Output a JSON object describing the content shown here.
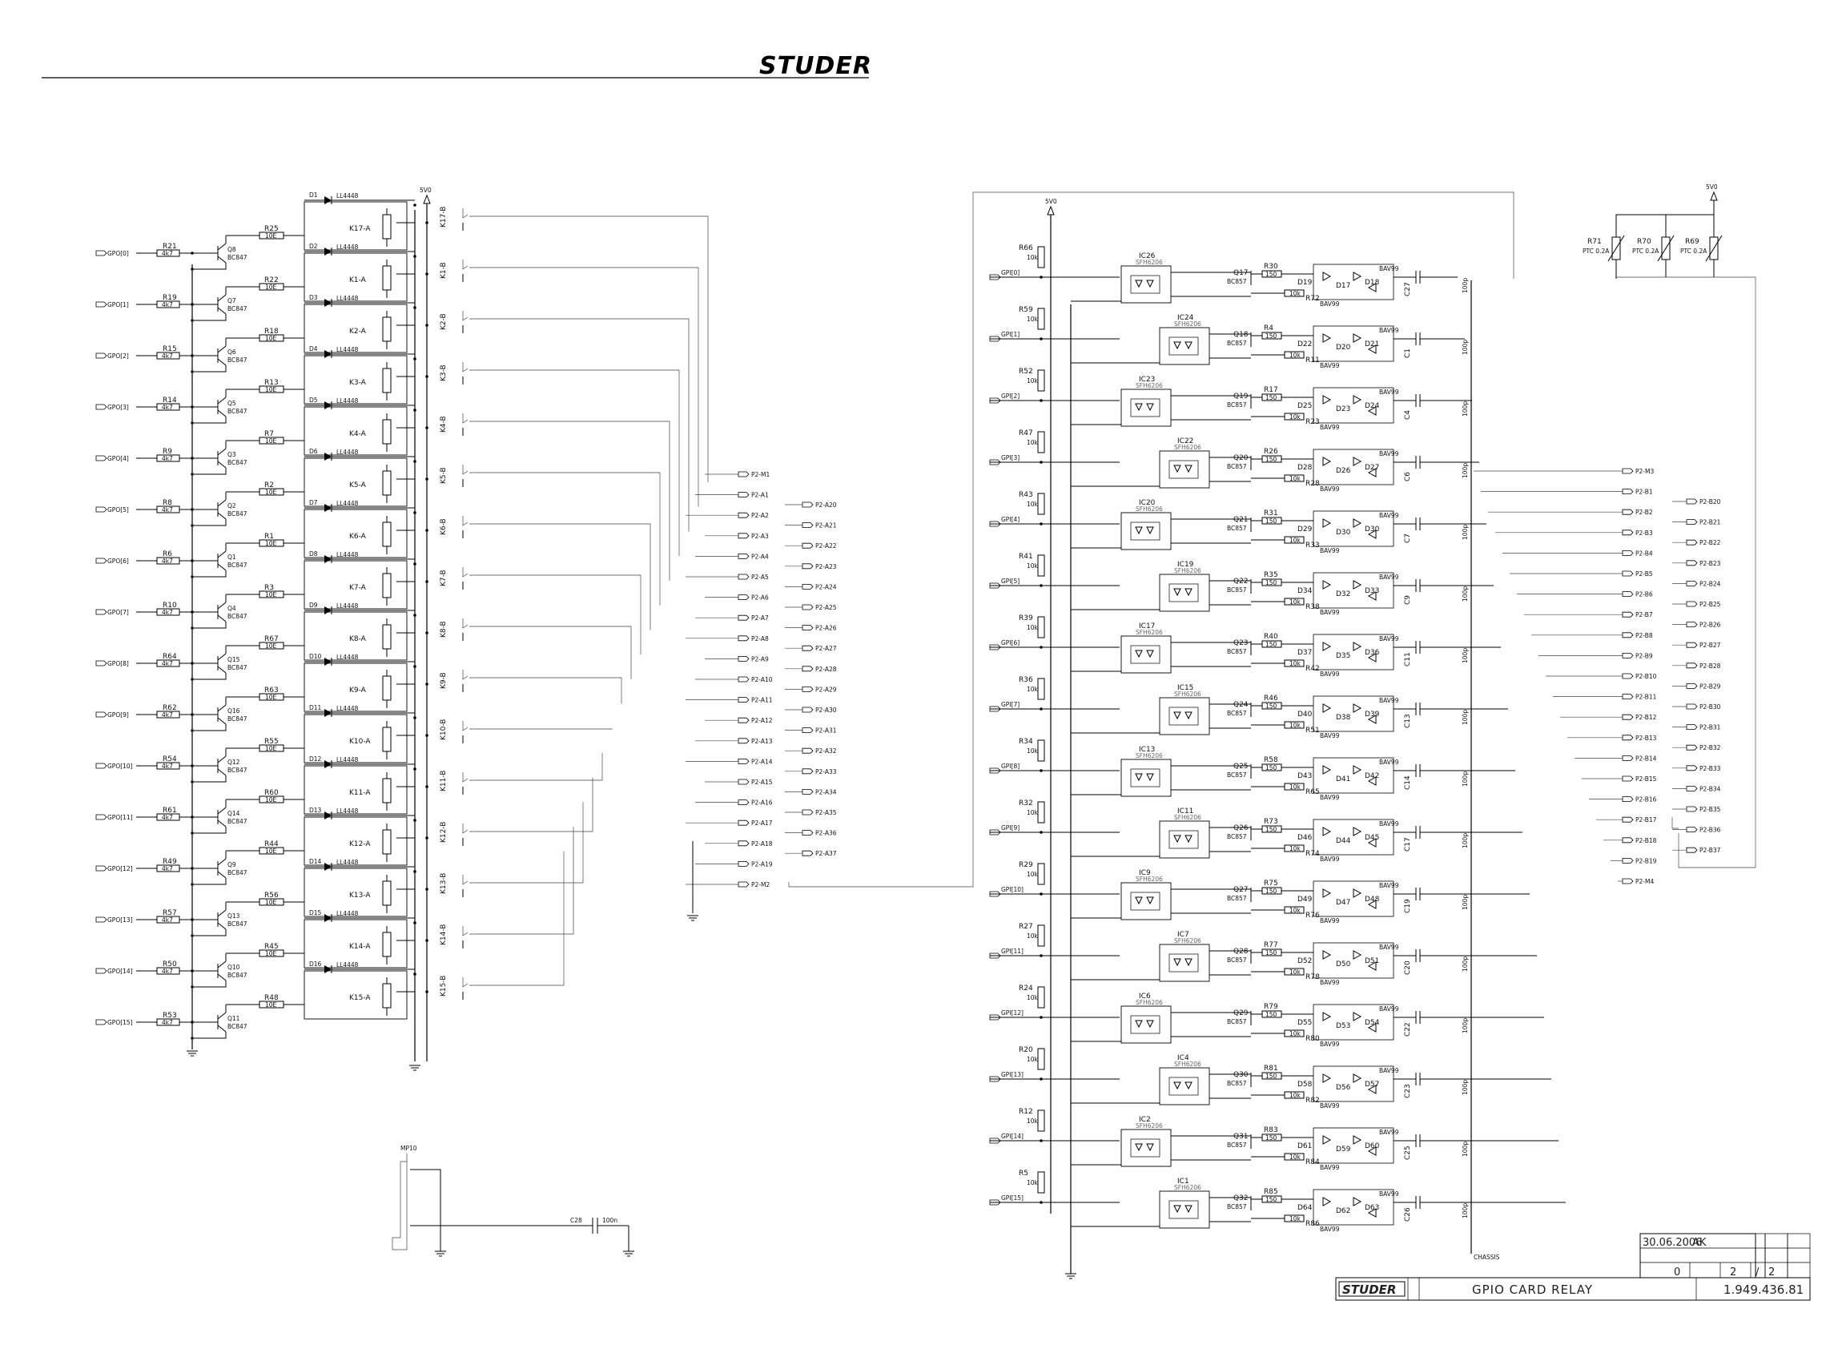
{
  "header": {
    "brand": "STUDER"
  },
  "power": {
    "vcc": "5V0",
    "chassis": "CHASSIS"
  },
  "gpo": {
    "inputs": [
      "GPO[0]",
      "GPO[1]",
      "GPO[2]",
      "GPO[3]",
      "GPO[4]",
      "GPO[5]",
      "GPO[6]",
      "GPO[7]",
      "GPO[8]",
      "GPO[9]",
      "GPO[10]",
      "GPO[11]",
      "GPO[12]",
      "GPO[13]",
      "GPO[14]",
      "GPO[15]"
    ],
    "base_resistors": [
      "R21",
      "R19",
      "R15",
      "R14",
      "R9",
      "R8",
      "R6",
      "R10",
      "R64",
      "R62",
      "R54",
      "R61",
      "R49",
      "R57",
      "R50",
      "R53"
    ],
    "base_value": "4k7",
    "transistors": [
      "Q8",
      "Q7",
      "Q6",
      "Q5",
      "Q3",
      "Q2",
      "Q1",
      "Q4",
      "Q15",
      "Q16",
      "Q12",
      "Q14",
      "Q9",
      "Q13",
      "Q10",
      "Q11"
    ],
    "transistor_type": "BC847",
    "series_resistors": [
      "R25",
      "R22",
      "R18",
      "R13",
      "R7",
      "R2",
      "R1",
      "R3",
      "R67",
      "R63",
      "R55",
      "R60",
      "R44",
      "R56",
      "R45",
      "R48"
    ],
    "series_value": "10E",
    "diodes": [
      "D1",
      "D2",
      "D3",
      "D4",
      "D5",
      "D6",
      "D7",
      "D8",
      "D9",
      "D10",
      "D11",
      "D12",
      "D13",
      "D14",
      "D15",
      "D16"
    ],
    "diode_type": "LL4448",
    "coils": [
      "K17-A",
      "K1-A",
      "K2-A",
      "K3-A",
      "K4-A",
      "K5-A",
      "K6-A",
      "K7-A",
      "K8-A",
      "K9-A",
      "K10-A",
      "K11-A",
      "K12-A",
      "K13-A",
      "K14-A",
      "K15-A"
    ],
    "contacts": [
      "K17-B",
      "K1-B",
      "K2-B",
      "K3-B",
      "K4-B",
      "K5-B",
      "K6-B",
      "K7-B",
      "K8-B",
      "K9-B",
      "K10-B",
      "K11-B",
      "K12-B",
      "K13-B",
      "K14-B",
      "K15-B"
    ]
  },
  "connector_a": {
    "left_pins": [
      "P2-M1",
      "P2-A1",
      "P2-A2",
      "P2-A3",
      "P2-A4",
      "P2-A5",
      "P2-A6",
      "P2-A7",
      "P2-A8",
      "P2-A9",
      "P2-A10",
      "P2-A11",
      "P2-A12",
      "P2-A13",
      "P2-A14",
      "P2-A15",
      "P2-A16",
      "P2-A17",
      "P2-A18",
      "P2-A19",
      "P2-M2"
    ],
    "right_pins": [
      "P2-A20",
      "P2-A21",
      "P2-A22",
      "P2-A23",
      "P2-A24",
      "P2-A25",
      "P2-A26",
      "P2-A27",
      "P2-A28",
      "P2-A29",
      "P2-A30",
      "P2-A31",
      "P2-A32",
      "P2-A33",
      "P2-A34",
      "P2-A35",
      "P2-A36",
      "P2-A37"
    ]
  },
  "mounting": {
    "mp": "MP10",
    "cap": "C28",
    "cap_value": "100n"
  },
  "gpi": {
    "inputs": [
      "GPI[0]",
      "GPI[1]",
      "GPI[2]",
      "GPI[3]",
      "GPI[4]",
      "GPI[5]",
      "GPI[6]",
      "GPI[7]",
      "GPI[8]",
      "GPI[9]",
      "GPI[10]",
      "GPI[11]",
      "GPI[12]",
      "GPI[13]",
      "GPI[14]",
      "GPI[15]"
    ],
    "pullups": [
      "R66",
      "R59",
      "R52",
      "R47",
      "R43",
      "R41",
      "R39",
      "R36",
      "R34",
      "R32",
      "R29",
      "R27",
      "R24",
      "R20",
      "R12",
      "R5"
    ],
    "pullup_value": "10k",
    "optocouplers": [
      "IC26",
      "IC24",
      "IC23",
      "IC22",
      "IC20",
      "IC19",
      "IC17",
      "IC15",
      "IC13",
      "IC11",
      "IC9",
      "IC7",
      "IC6",
      "IC4",
      "IC2",
      "IC1"
    ],
    "opto_type": "SFH6206",
    "transistors": [
      "Q17",
      "Q18",
      "Q19",
      "Q20",
      "Q21",
      "Q22",
      "Q23",
      "Q24",
      "Q25",
      "Q26",
      "Q27",
      "Q28",
      "Q29",
      "Q30",
      "Q31",
      "Q32"
    ],
    "transistor_type": "BC857",
    "r150": [
      "R30",
      "R4",
      "R17",
      "R26",
      "R31",
      "R35",
      "R40",
      "R46",
      "R58",
      "R73",
      "R75",
      "R77",
      "R79",
      "R81",
      "R83",
      "R85"
    ],
    "r150_value": "150",
    "r10k": [
      "R72",
      "R11",
      "R23",
      "R28",
      "R33",
      "R38",
      "R42",
      "R51",
      "R65",
      "R74",
      "R76",
      "R78",
      "R80",
      "R82",
      "R84",
      "R86"
    ],
    "r10k_value": "10k",
    "diode_pairs": [
      [
        "D19",
        "D17",
        "D18"
      ],
      [
        "D22",
        "D20",
        "D21"
      ],
      [
        "D25",
        "D23",
        "D24"
      ],
      [
        "D28",
        "D26",
        "D27"
      ],
      [
        "D29",
        "D30",
        "D30"
      ],
      [
        "D34",
        "D32",
        "D33"
      ],
      [
        "D37",
        "D35",
        "D36"
      ],
      [
        "D40",
        "D38",
        "D39"
      ],
      [
        "D43",
        "D41",
        "D42"
      ],
      [
        "D46",
        "D44",
        "D45"
      ],
      [
        "D49",
        "D47",
        "D48"
      ],
      [
        "D52",
        "D50",
        "D51"
      ],
      [
        "D55",
        "D53",
        "D54"
      ],
      [
        "D58",
        "D56",
        "D57"
      ],
      [
        "D61",
        "D59",
        "D60"
      ],
      [
        "D64",
        "D62",
        "D63"
      ]
    ],
    "diode_type": "BAV99",
    "caps": [
      "C27",
      "C1",
      "C4",
      "C6",
      "C7",
      "C9",
      "C11",
      "C13",
      "C14",
      "C17",
      "C19",
      "C20",
      "C22",
      "C23",
      "C25",
      "C26"
    ],
    "cap_value": "100p"
  },
  "ptc": {
    "parts": [
      "R71",
      "R70",
      "R69"
    ],
    "value": "PTC 0.2A"
  },
  "connector_b": {
    "left_pins": [
      "P2-M3",
      "P2-B1",
      "P2-B2",
      "P2-B3",
      "P2-B4",
      "P2-B5",
      "P2-B6",
      "P2-B7",
      "P2-B8",
      "P2-B9",
      "P2-B10",
      "P2-B11",
      "P2-B12",
      "P2-B13",
      "P2-B14",
      "P2-B15",
      "P2-B16",
      "P2-B17",
      "P2-B18",
      "P2-B19",
      "P2-M4"
    ],
    "right_pins": [
      "P2-B20",
      "P2-B21",
      "P2-B22",
      "P2-B23",
      "P2-B24",
      "P2-B25",
      "P2-B26",
      "P2-B27",
      "P2-B28",
      "P2-B29",
      "P2-B30",
      "P2-B31",
      "P2-B32",
      "P2-B33",
      "P2-B34",
      "P2-B35",
      "P2-B36",
      "P2-B37"
    ]
  },
  "title_block": {
    "date": "30.06.2006",
    "author": "AK",
    "index": "0",
    "page": "2",
    "pages": "2",
    "brand": "STUDER",
    "title": "GPIO CARD RELAY",
    "number": "1.949.436.81"
  }
}
